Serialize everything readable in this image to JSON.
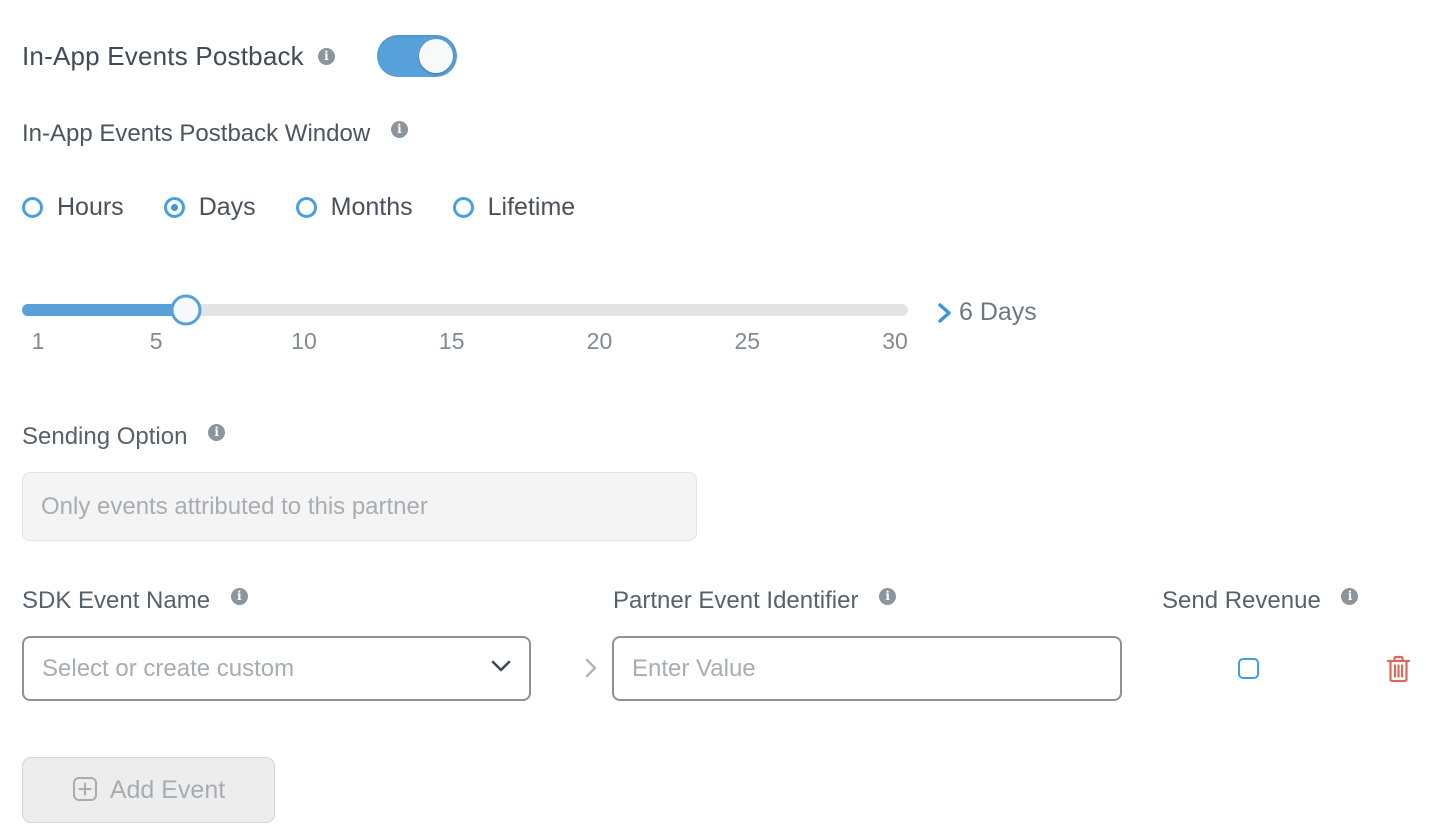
{
  "postback": {
    "title": "In-App Events Postback",
    "enabled": true
  },
  "window_section": {
    "label": "In-App Events Postback Window",
    "units": [
      {
        "label": "Hours",
        "selected": false
      },
      {
        "label": "Days",
        "selected": true
      },
      {
        "label": "Months",
        "selected": false
      },
      {
        "label": "Lifetime",
        "selected": false
      }
    ],
    "slider": {
      "min": 1,
      "max": 30,
      "value": 6,
      "ticks": [
        "1",
        "5",
        "10",
        "15",
        "20",
        "25",
        "30"
      ],
      "value_label": "6 Days"
    }
  },
  "sending_option": {
    "label": "Sending Option",
    "value": "Only events attributed to this partner"
  },
  "events_table": {
    "columns": [
      {
        "label": "SDK Event Name"
      },
      {
        "label": "Partner Event Identifier"
      },
      {
        "label": "Send Revenue"
      }
    ],
    "row": {
      "sdk_event_placeholder": "Select or create custom",
      "partner_event_placeholder": "Enter Value",
      "send_revenue_checked": false
    },
    "add_event_label": "Add Event"
  },
  "icons": {
    "info": "info-icon",
    "chevron_right": "chevron-right-icon",
    "chevron_down": "chevron-down-icon",
    "trash": "trash-icon",
    "plus_square": "plus-square-icon"
  },
  "colors": {
    "accent_blue": "#57a0da",
    "checkbox_blue": "#42a0e2",
    "danger_red": "#d9695d",
    "text_dark": "#434e59",
    "text_muted": "#a6adb3"
  }
}
